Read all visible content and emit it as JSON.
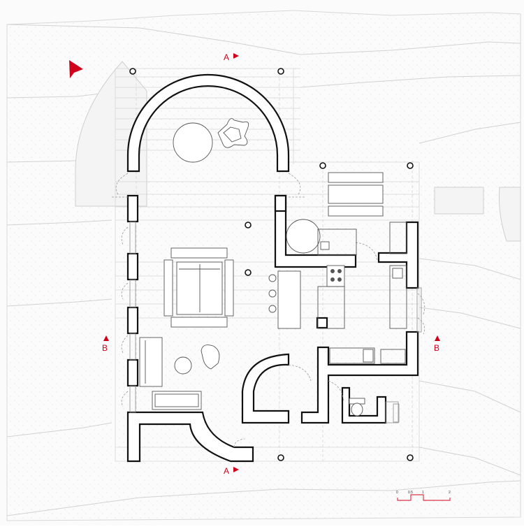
{
  "section_markers": {
    "top_a": "A",
    "bottom_a": "A",
    "left_b": "B",
    "right_b": "B"
  },
  "scale_bar": {
    "labels": [
      "0",
      "0.5",
      "1",
      "2"
    ]
  },
  "colors": {
    "accent": "#d0021b",
    "wall": "#111111",
    "terrain_fill": "#f3f3f3",
    "terrain_line": "#cfcfcf",
    "grid_line": "#d6d6d6",
    "furniture_line": "#555555"
  },
  "icons": {
    "north_arrow": "north-arrow-icon",
    "section_arrow": "section-arrow-icon"
  }
}
